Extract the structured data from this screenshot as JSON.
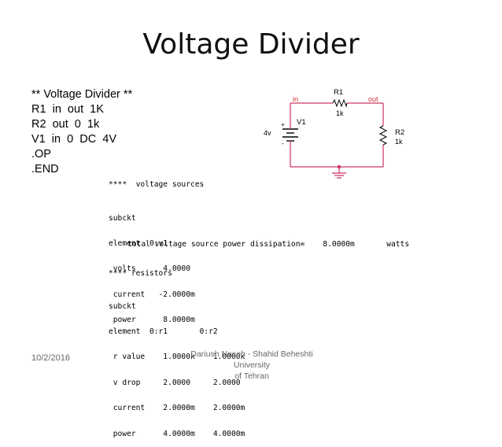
{
  "slide": {
    "title": "Voltage Divider",
    "netlist": [
      "** Voltage Divider **",
      "R1  in  out  1K",
      "R2  out  0  1k",
      "V1  in  0  DC  4V",
      ".OP",
      ".END"
    ]
  },
  "schematic": {
    "node_in": "in",
    "node_out": "out",
    "r1_name": "R1",
    "r1_value": "1k",
    "r2_name": "R2",
    "r2_value": "1k",
    "v1_name": "V1",
    "v1_value": "4v",
    "plus": "+",
    "minus": "-",
    "wire_color": "#cc3366",
    "label_color": "#cc3333",
    "text_color": "#000000"
  },
  "output": {
    "vs_header": "****  voltage sources",
    "vs_subckt": "subckt",
    "vs_element": "element  0:v1",
    "vs_volts": " volts      4.0000",
    "vs_current": " current   -2.0000m",
    "vs_power": " power      8.0000m",
    "vs_total": "total voltage source power dissipation=    8.0000m       watts",
    "r_header": "**** resistors",
    "r_subckt": "subckt",
    "r_element": "element  0:r1       0:r2",
    "r_value": " r value    1.0000k    1.0000k",
    "r_vdrop": " v drop     2.0000     2.0000",
    "r_current": " current    2.0000m    2.0000m",
    "r_power": " power      4.0000m    4.0000m"
  },
  "footer": {
    "date": "10/2/2016",
    "author_line1": "Dariush Naseh - Shahid Beheshti University",
    "author_line2": "of Tehran"
  }
}
